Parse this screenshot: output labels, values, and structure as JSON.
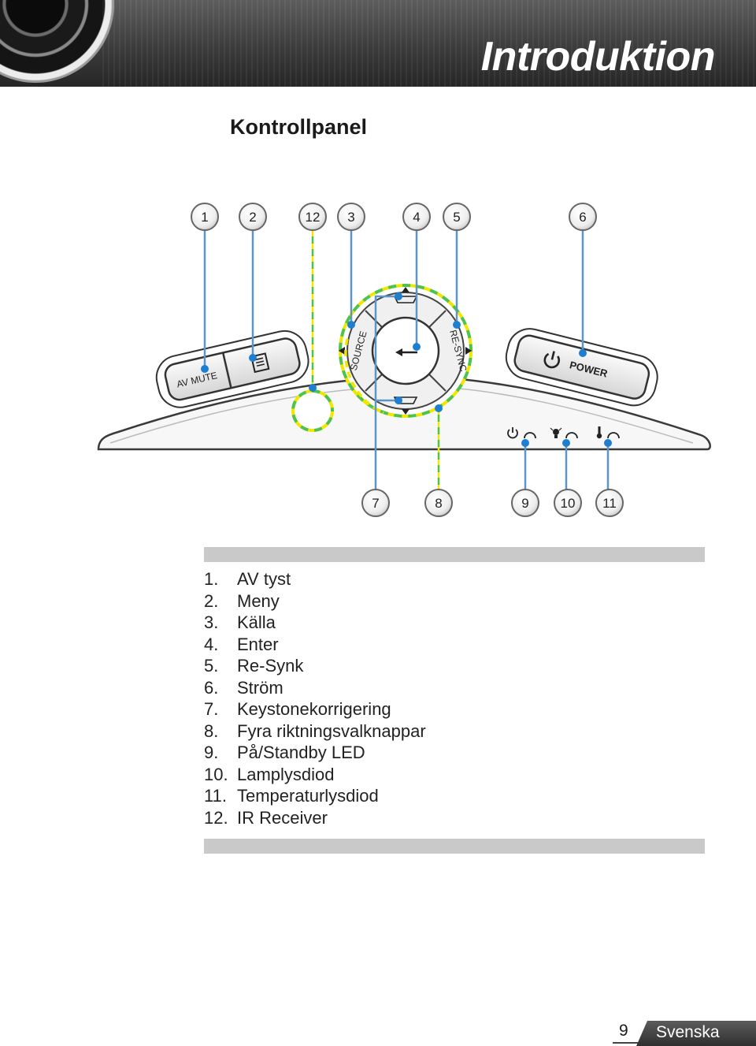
{
  "header": {
    "title": "Introduktion"
  },
  "section_title": "Kontrollpanel",
  "panel": {
    "callouts_top": [
      "1",
      "2",
      "12",
      "3",
      "4",
      "5",
      "6"
    ],
    "callouts_bottom": [
      "7",
      "8",
      "9",
      "10",
      "11"
    ],
    "buttons": {
      "av_mute": "AV MUTE",
      "source": "SOURCE",
      "re_sync": "RE-SYNC",
      "power": "POWER"
    },
    "colors": {
      "callout_line": "#5f95c4",
      "highlight_dash_yellow": "#f1e600",
      "highlight_dash_green": "#4ec24a",
      "led_blue": "#1e7fd1"
    },
    "icons": [
      "menu-icon",
      "power-icon",
      "enter-arrow-icon",
      "keystone-up-icon",
      "keystone-down-icon",
      "power-led-icon",
      "lamp-led-icon",
      "temperature-led-icon"
    ]
  },
  "legend": [
    {
      "num": "1.",
      "label": "AV tyst"
    },
    {
      "num": "2.",
      "label": "Meny"
    },
    {
      "num": "3.",
      "label": "Källa"
    },
    {
      "num": "4.",
      "label": "Enter"
    },
    {
      "num": "5.",
      "label": "Re-Synk"
    },
    {
      "num": "6.",
      "label": "Ström"
    },
    {
      "num": "7.",
      "label": "Keystonekorrigering"
    },
    {
      "num": "8.",
      "label": "Fyra riktningsvalknappar"
    },
    {
      "num": "9.",
      "label": "På/Standby LED"
    },
    {
      "num": "10.",
      "label": "Lamplysdiod"
    },
    {
      "num": "11.",
      "label": "Temperaturlysdiod"
    },
    {
      "num": "12.",
      "label": "IR Receiver"
    }
  ],
  "footer": {
    "page_number": "9",
    "language": "Svenska"
  }
}
